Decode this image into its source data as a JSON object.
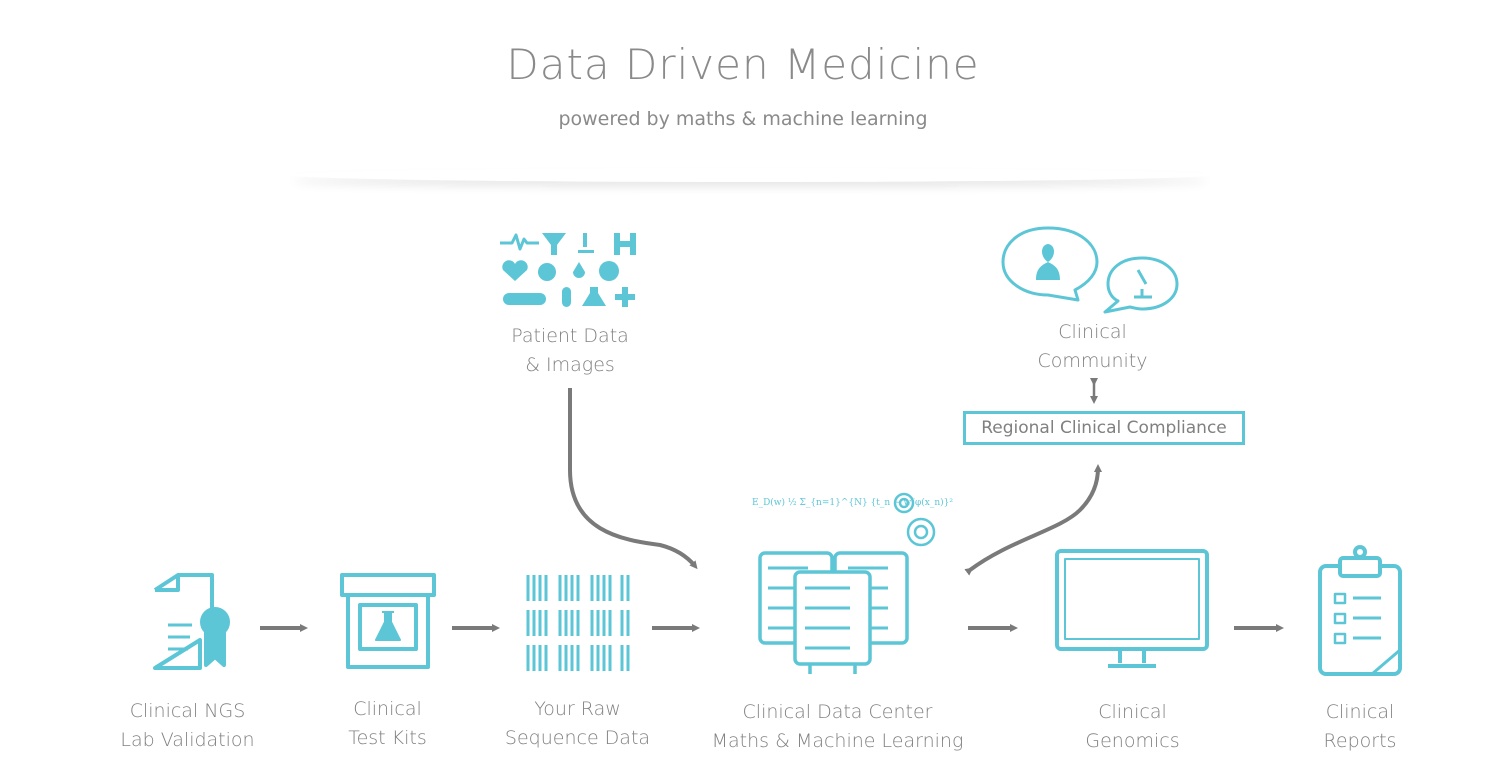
{
  "header": {
    "title": "Data Driven Medicine",
    "subtitle": "powered by maths & machine learning"
  },
  "colors": {
    "accent": "#5cc6d6",
    "arrow": "#7a7a7a",
    "text": "#808080"
  },
  "top_nodes": {
    "patient_data": {
      "line1": "Patient Data",
      "line2": "& Images",
      "icon": "medical-icons-grid"
    },
    "community": {
      "line1": "Clinical",
      "line2": "Community",
      "icon": "speech-bubbles-icon"
    },
    "compliance": "Regional Clinical Compliance"
  },
  "formula": "E_D(w)  ½ Σ_{n=1}^{N} {t_n − wᵀφ(x_n)}²",
  "pipeline": [
    {
      "line1": "Clinical NGS",
      "line2": "Lab Validation",
      "icon": "certificate-icon"
    },
    {
      "line1": "Clinical",
      "line2": "Test Kits",
      "icon": "test-kit-icon"
    },
    {
      "line1": "Your Raw",
      "line2": "Sequence Data",
      "icon": "sequence-bars-icon"
    },
    {
      "line1": "Clinical Data Center",
      "line2": "Maths & Machine Learning",
      "icon": "server-icon"
    },
    {
      "line1": "Clinical",
      "line2": "Genomics",
      "icon": "monitor-icon"
    },
    {
      "line1": "Clinical",
      "line2": "Reports",
      "icon": "clipboard-icon"
    }
  ]
}
